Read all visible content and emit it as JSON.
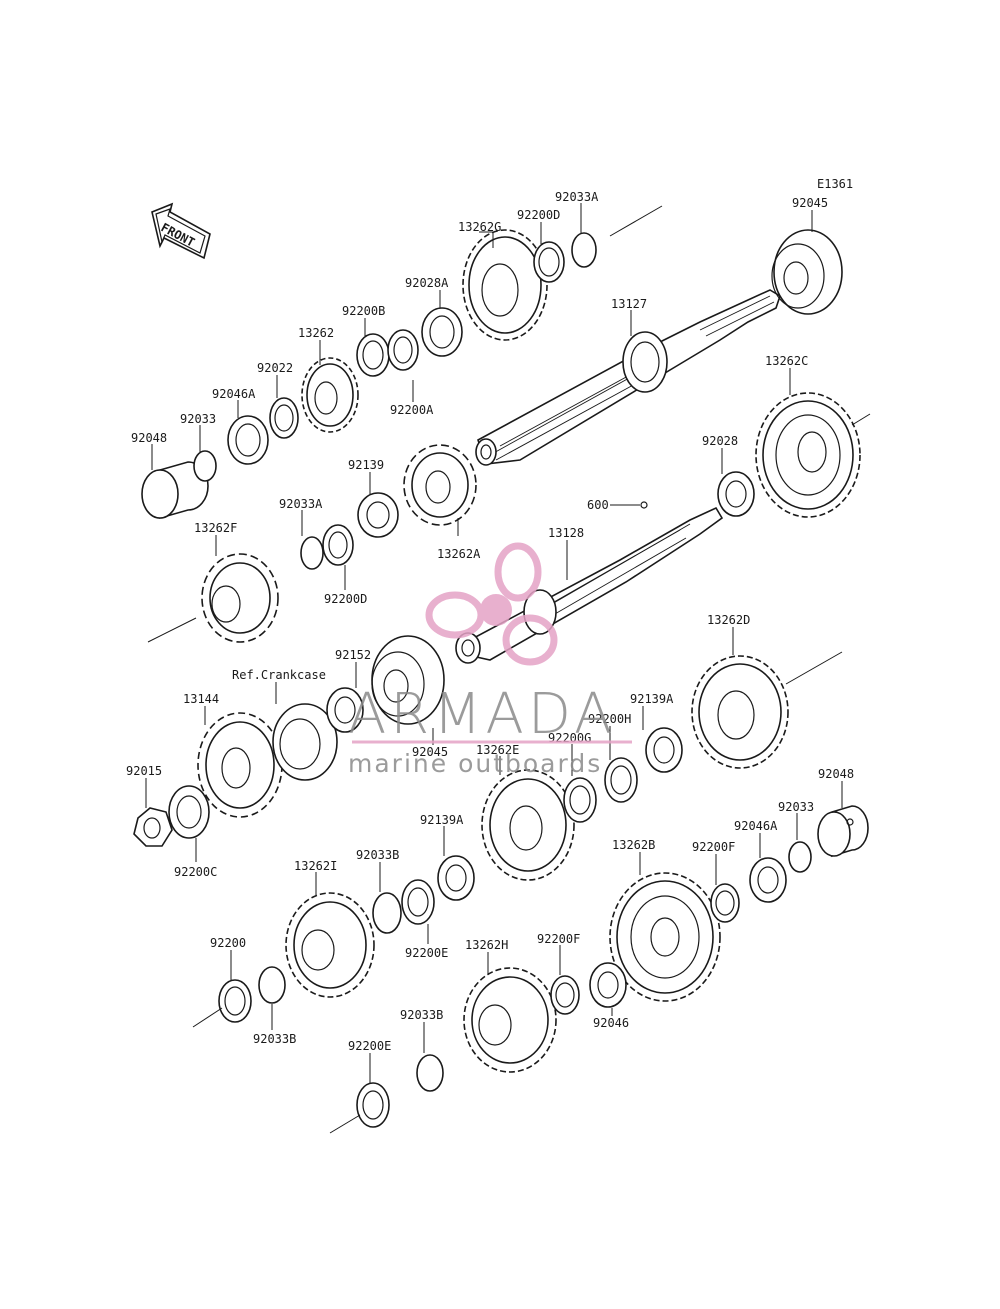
{
  "diagram": {
    "code": "E1361",
    "front_label": "FRONT",
    "labels": {
      "p92045_top": "92045",
      "p92033A_top": "92033A",
      "p92200D_top": "92200D",
      "p13262G": "13262G",
      "p92028A": "92028A",
      "p92200B": "92200B",
      "p13262": "13262",
      "p92022": "92022",
      "p92046A_left": "92046A",
      "p92033_left": "92033",
      "p92048_left": "92048",
      "p92200A": "92200A",
      "p13127": "13127",
      "p13262C": "13262C",
      "p92028": "92028",
      "p92139": "92139",
      "p92033A_mid": "92033A",
      "p13262A": "13262A",
      "p13262F": "13262F",
      "p92200D_mid": "92200D",
      "p600": "600",
      "p13128": "13128",
      "p13262D": "13262D",
      "p92152": "92152",
      "ref_crankcase": "Ref.Crankcase",
      "p13144": "13144",
      "p92045_mid": "92045",
      "p92139A_right": "92139A",
      "p92200H": "92200H",
      "p92200G": "92200G",
      "p13262E": "13262E",
      "p92015": "92015",
      "p92200C": "92200C",
      "p92048_right": "92048",
      "p92033_right": "92033",
      "p92046A_right": "92046A",
      "p92200F_right": "92200F",
      "p92139A_mid": "92139A",
      "p13262B": "13262B",
      "p13262I": "13262I",
      "p92033B_top": "92033B",
      "p92200E_mid": "92200E",
      "p92200": "92200",
      "p92033B_left": "92033B",
      "p13262H": "13262H",
      "p92200F_mid": "92200F",
      "p92046": "92046",
      "p92033B_bottom": "92033B",
      "p92200E_bottom": "92200E"
    }
  },
  "watermark": {
    "brand": "ARMADA",
    "tagline": "marine outboards"
  },
  "colors": {
    "ink": "#1a1a1a",
    "watermark_pink": "#e5a3c6",
    "watermark_gray": "#8a8a8a"
  }
}
